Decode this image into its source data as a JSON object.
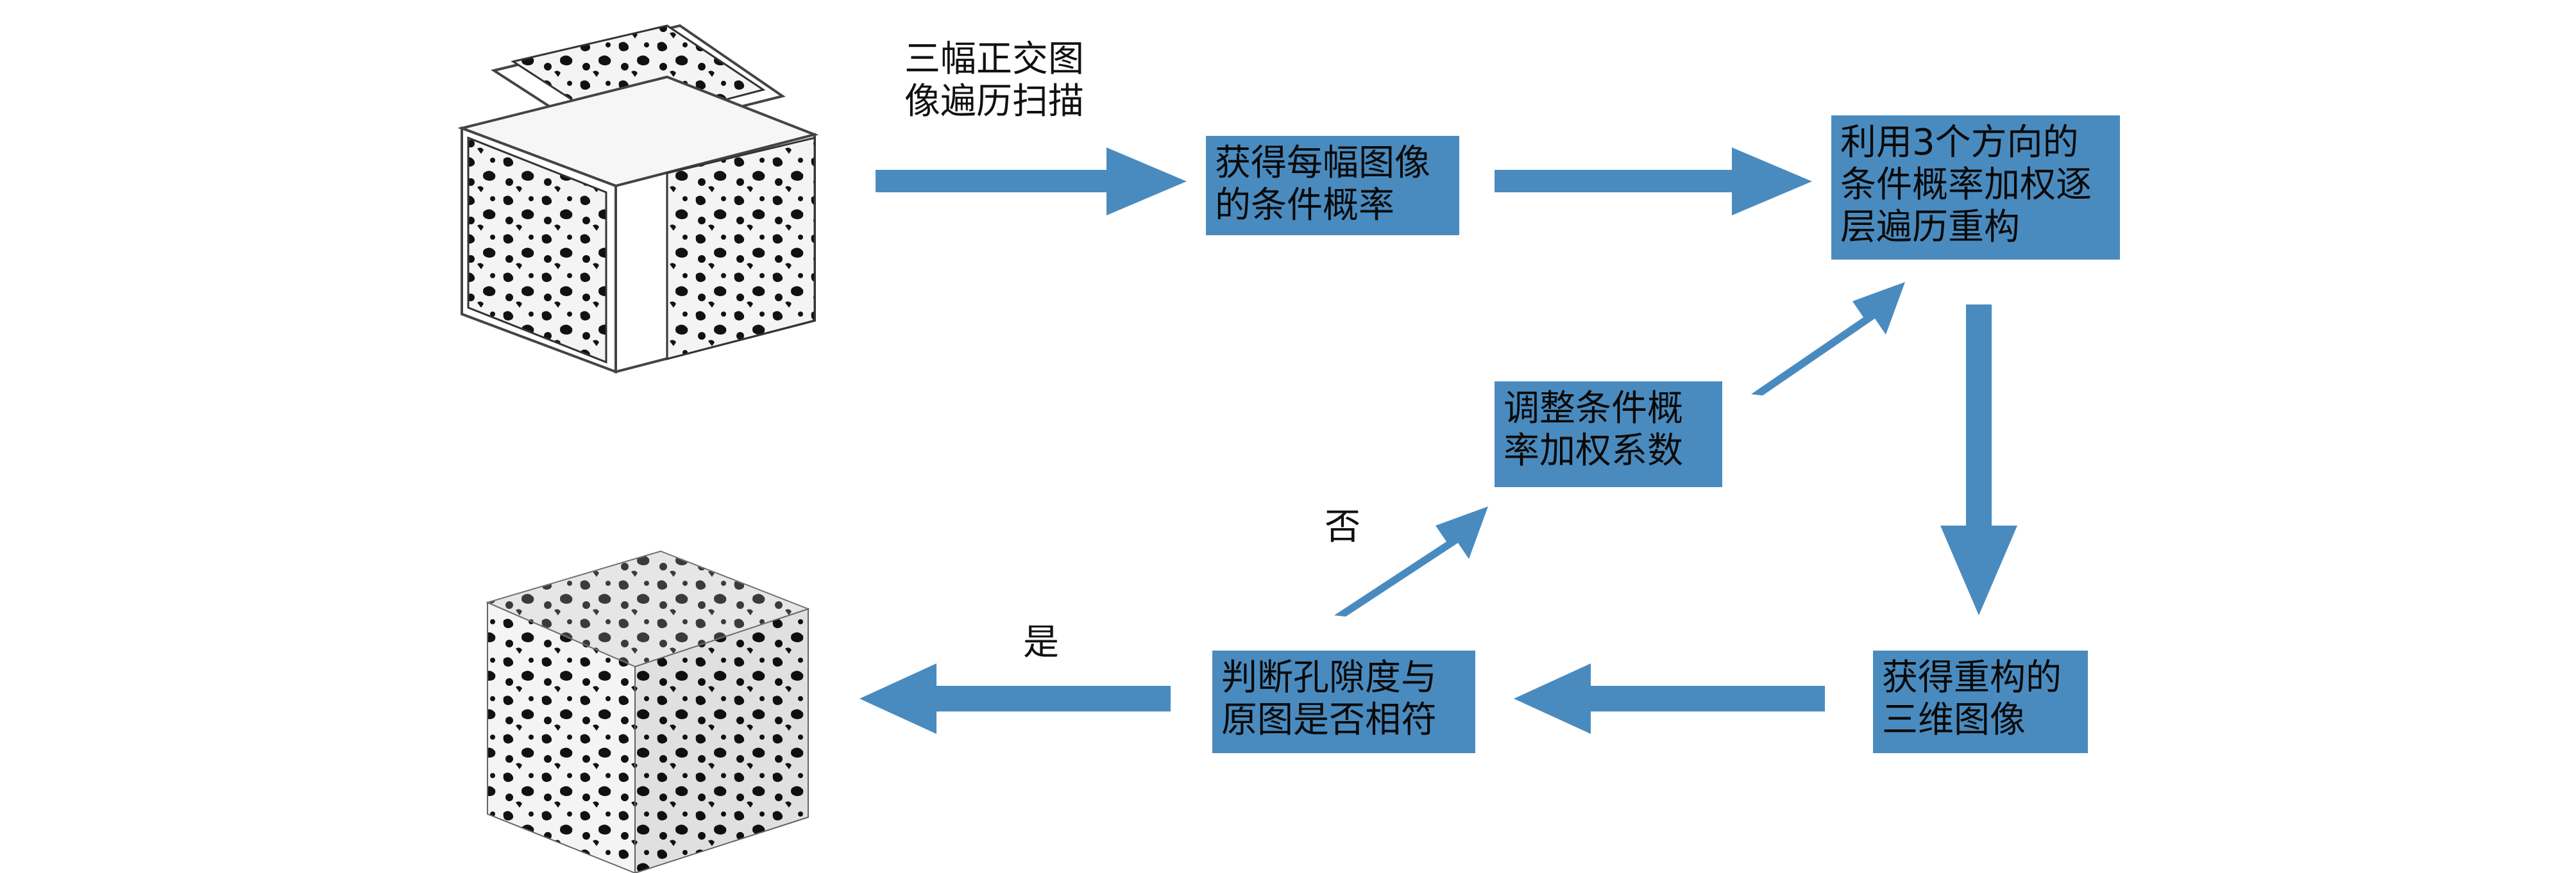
{
  "colors": {
    "box_fill": "#4a8bbf",
    "arrow": "#4a8bbf",
    "text": "#0a0a0a"
  },
  "labels": {
    "scan": "三幅正交图\n像遍历扫描",
    "no": "否",
    "yes": "是"
  },
  "boxes": {
    "prob": "获得每幅图像\n的条件概率",
    "recon": "利用3个方向的\n条件概率加权逐\n层遍历重构",
    "adjust": "调整条件概\n率加权系数",
    "result3d": "获得重构的\n三维图像",
    "judge": "判断孔隙度与\n原图是否相符"
  },
  "icons": {
    "input": "orthogonal-slices-cube-icon",
    "output": "reconstructed-3d-cube-icon"
  }
}
